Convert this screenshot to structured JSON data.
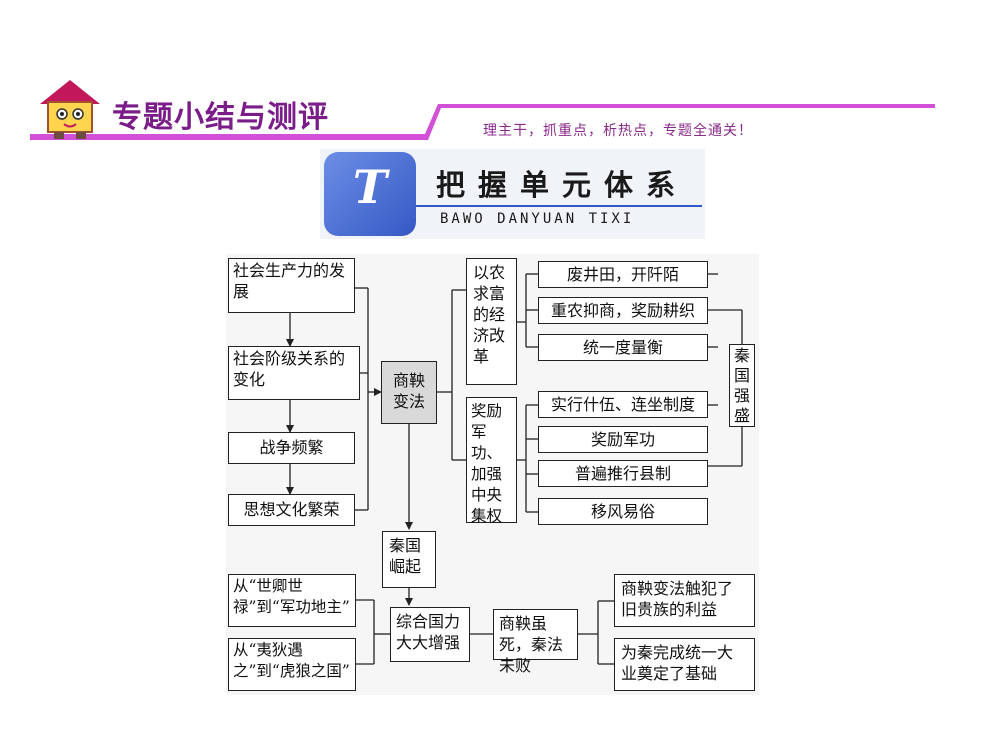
{
  "header": {
    "section_title": "专题小结与测评",
    "slogan": "理主干，抓重点，析热点，专题全通关！",
    "unit_title": "把握单元体系",
    "unit_pinyin": "BAWO DANYUAN TIXI",
    "logo_glyph": "T"
  },
  "diagram": {
    "causes": [
      "社会生产力的发展",
      "社会阶级关系的变化",
      "战争频繁",
      "思想文化繁荣"
    ],
    "center": "商鞅变法",
    "economic_reform": "以农求富的经济改革",
    "political_reform": "奖励军功、加强中央集权",
    "economic_items": [
      "废井田，开阡陌",
      "重农抑商，奖励耕织",
      "统一度量衡"
    ],
    "political_items": [
      "实行什伍、连坐制度",
      "奖励军功",
      "普遍推行县制",
      "移风易俗"
    ],
    "result_strong": "秦国强盛",
    "qin_rise": "秦国崛起",
    "changes": [
      "从“世卿世禄”到“军功地主”",
      "从“夷狄遇之”到“虎狼之国”"
    ],
    "national_power": "综合国力大大增强",
    "shang_death": "商鞅虽死，秦法未败",
    "outcomes": [
      "商鞅变法触犯了旧贵族的利益",
      "为秦完成统一大业奠定了基础"
    ]
  },
  "colors": {
    "title_purple": "#7b1d88",
    "bar_magenta": "#d24fd8",
    "logo_blue": "#3459c4"
  }
}
